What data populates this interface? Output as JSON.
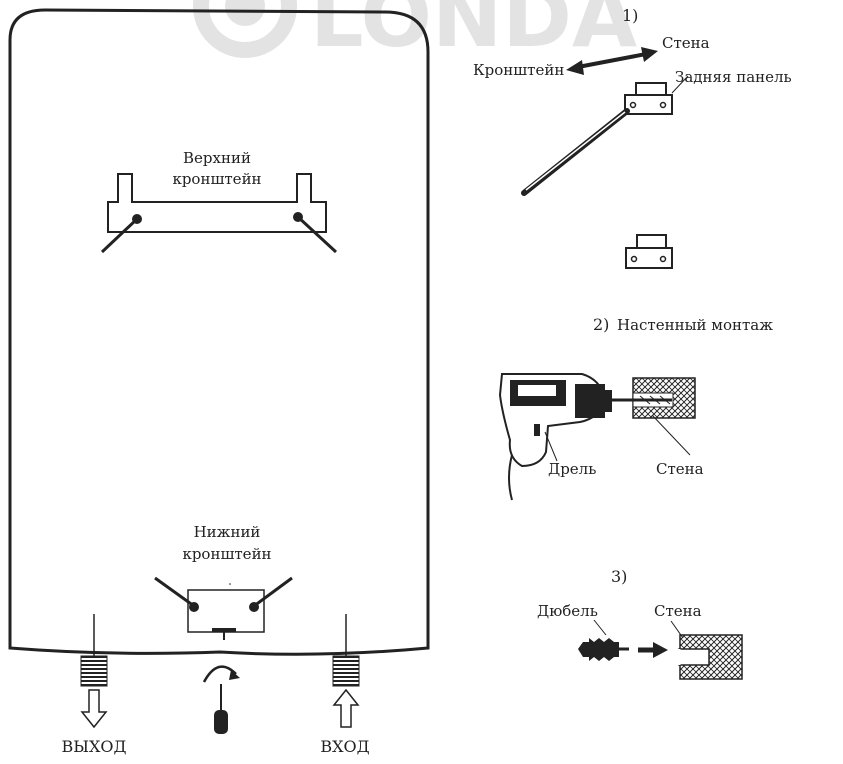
{
  "watermark": "LONDA",
  "heater": {
    "upper_bracket_label": [
      "Верхний",
      "кронштейн"
    ],
    "lower_bracket_label": [
      "Нижний",
      "кронштейн"
    ],
    "outlet_label": "ВЫХОД",
    "inlet_label": "ВХОД"
  },
  "step1": {
    "number": "1)",
    "bracket_label": "Кронштейн",
    "wall_label": "Стена",
    "back_panel_label": "Задняя панель"
  },
  "step2": {
    "number": "2)",
    "title": "Настенный монтаж",
    "drill_label": "Дрель",
    "wall_label": "Стена"
  },
  "step3": {
    "number": "3)",
    "dowel_label": "Дюбель",
    "wall_label": "Стена"
  },
  "colors": {
    "line": "#222222",
    "watermark": "#e3e3e3"
  }
}
